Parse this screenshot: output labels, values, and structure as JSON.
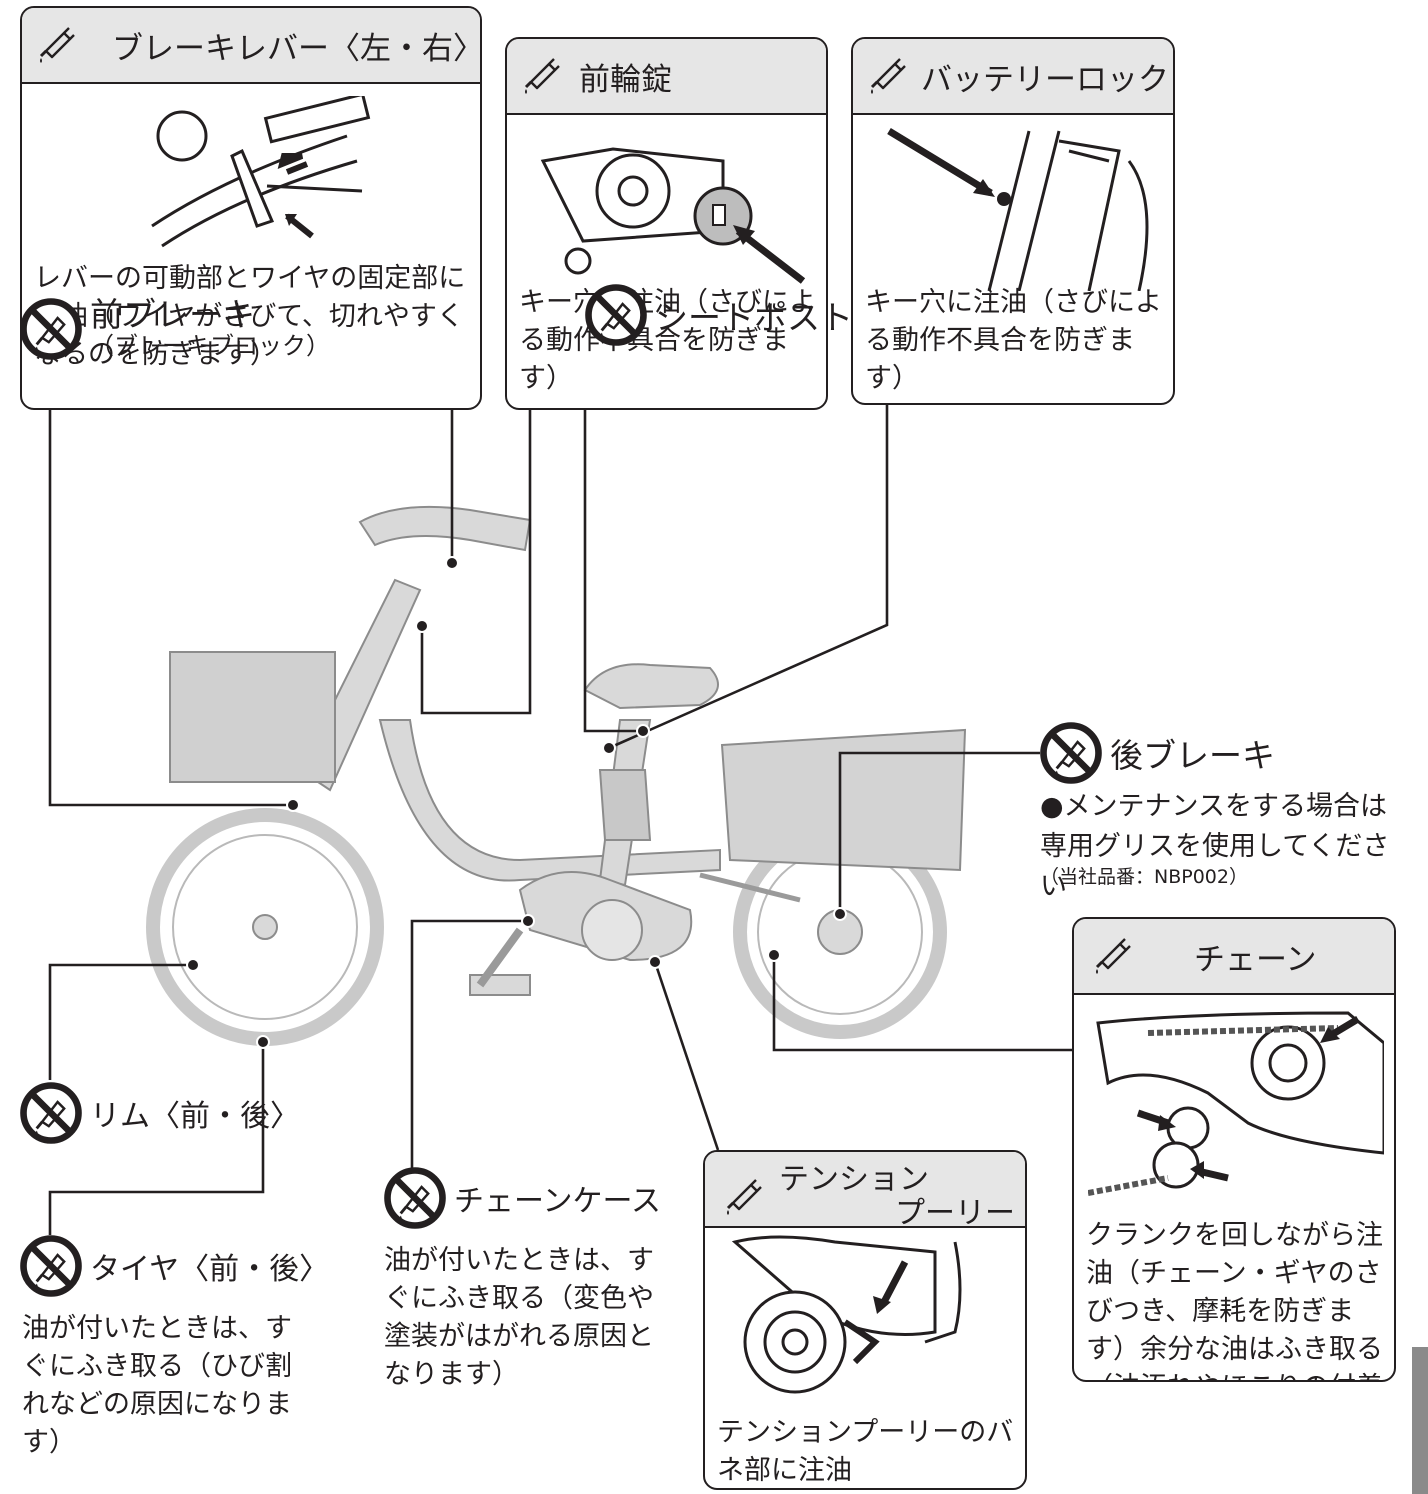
{
  "brake_lever": {
    "title": "ブレーキレバー〈左・右〉",
    "text": "レバーの可動部とワイヤの固定部に注油（ワイヤがさびて、切れやすくなるのを防ぎます）"
  },
  "front_lock": {
    "title": "前輪錠",
    "text": "キー穴に注油（さびによる動作不具合を防ぎます）"
  },
  "battery_lock": {
    "title": "バッテリーロック",
    "text": "キー穴に注油（さびによる動作不具合を防ぎます）"
  },
  "front_brake": {
    "title": "前ブレーキ",
    "sub": "（ブレーキブロック）"
  },
  "seat_post": {
    "title": "シートポスト"
  },
  "rear_brake": {
    "title": "後ブレーキ",
    "note": "●メンテナンスをする場合は専用グリスを使用してください",
    "part": "（当社品番：NBP002）"
  },
  "chain": {
    "title": "チェーン",
    "text": "クランクを回しながら注油（チェーン・ギヤのさびつき、摩耗を防ぎます）余分な油はふき取る（油汚れやほこりの付着を防ぎます）"
  },
  "rim": {
    "title": "リム〈前・後〉"
  },
  "tire": {
    "title": "タイヤ〈前・後〉",
    "text": "油が付いたときは、すぐにふき取る（ひび割れなどの原因になります）"
  },
  "chain_case": {
    "title": "チェーンケース",
    "text": "油が付いたときは、すぐにふき取る（変色や塗装がはがれる原因となります）"
  },
  "tension_pulley": {
    "title1": "テンション",
    "title2": "プーリー",
    "text": "テンションプーリーのバネ部に注油"
  },
  "icons": {
    "oil": "oil-can-icon",
    "no_oil": "no-oil-icon"
  }
}
